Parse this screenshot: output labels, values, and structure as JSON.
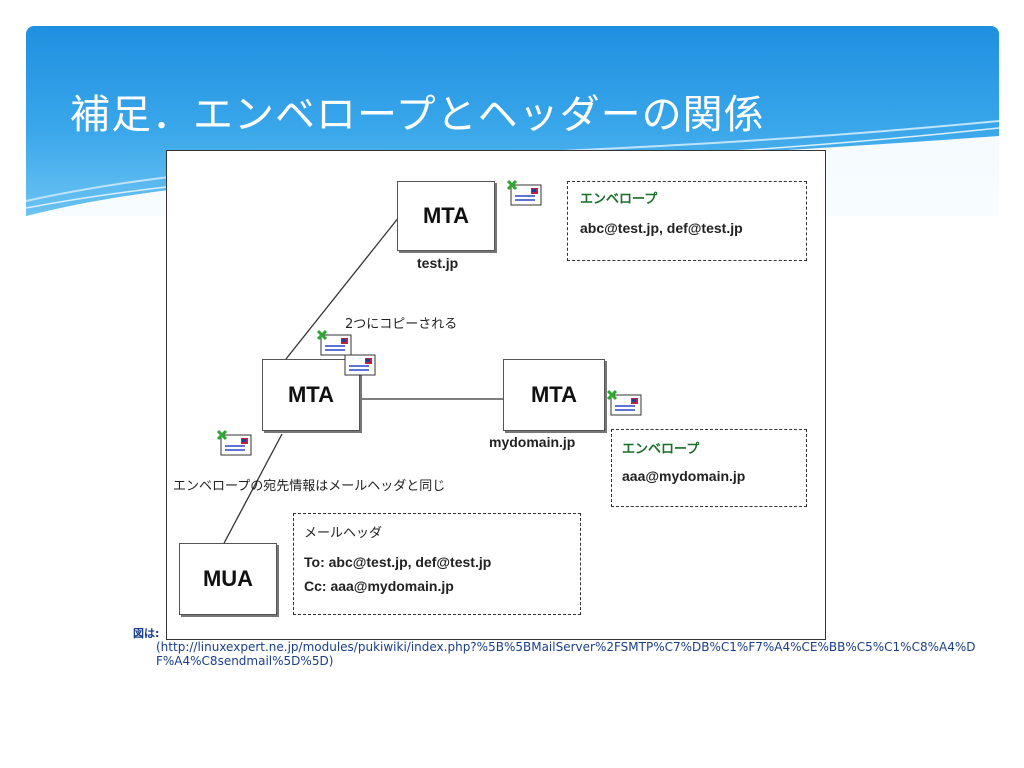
{
  "slide": {
    "title": "補足．エンベロープとヘッダーの関係",
    "caption_label": "図は:",
    "caption_url": "(http://linuxexpert.ne.jp/modules/pukiwiki/index.php?%5B%5BMailServer%2FSMTP%C7%DB%C1%F7%A4%CE%BB%C5%C1%C8%A4%DF%A4%C8sendmail%5D%5D)"
  },
  "diagram": {
    "mta_top": {
      "label": "MTA",
      "host": "test.jp"
    },
    "mta_mid": {
      "label": "MTA"
    },
    "mta_right": {
      "label": "MTA",
      "host": "mydomain.jp"
    },
    "mua": {
      "label": "MUA"
    },
    "copy_note": "2つにコピーされる",
    "same_note": "エンベロープの宛先情報はメールヘッダと同じ",
    "envelope_top": {
      "title": "エンベロープ",
      "value": "abc@test.jp, def@test.jp"
    },
    "envelope_right": {
      "title": "エンベロープ",
      "value": "aaa@mydomain.jp"
    },
    "mail_header": {
      "title": "メールヘッダ",
      "to": "To: abc@test.jp, def@test.jp",
      "cc": "Cc: aaa@mydomain.jp"
    }
  },
  "colors": {
    "header_blue": "#1f8fe0",
    "envelope_green": "#1a6e2a",
    "caption_blue": "#1a3f8a"
  },
  "icons": [
    "envelope-icon"
  ]
}
